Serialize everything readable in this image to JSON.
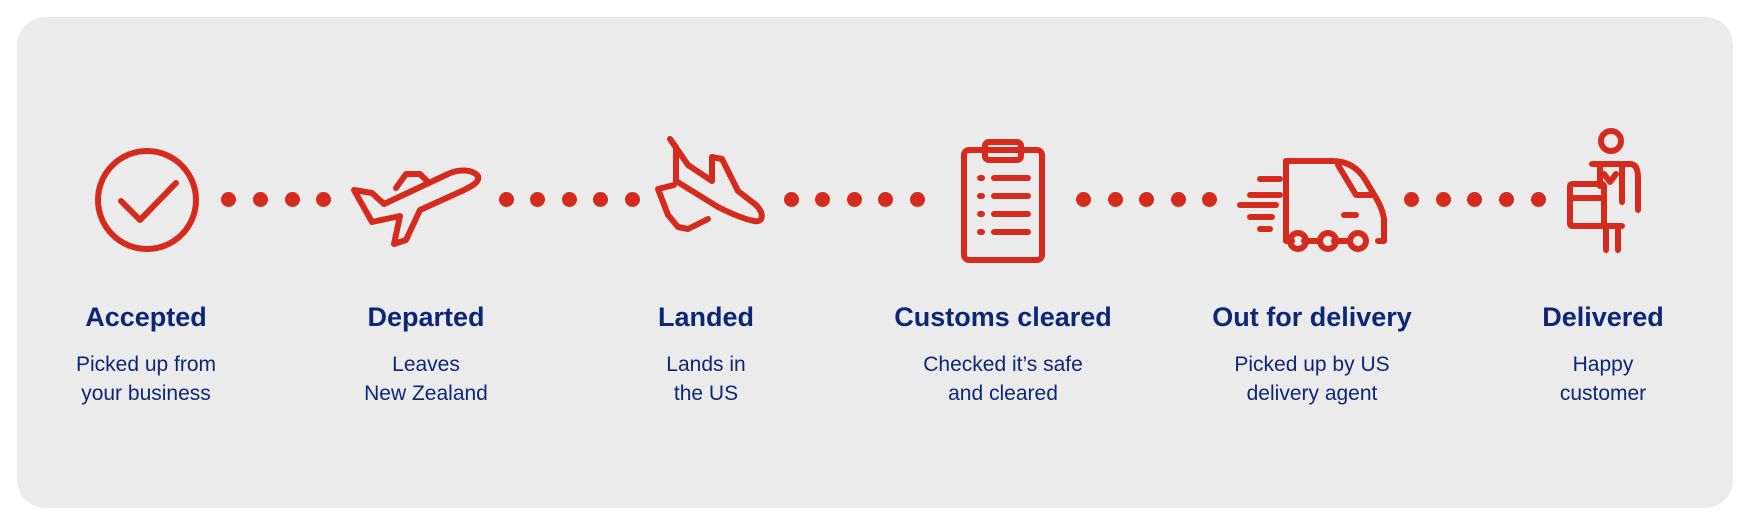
{
  "colors": {
    "background": "#ebebeb",
    "accent": "#d52b1e",
    "text": "#0e2676"
  },
  "steps": [
    {
      "icon": "check-circle-icon",
      "title": "Accepted",
      "desc": "Picked up from\nyour business"
    },
    {
      "icon": "plane-takeoff-icon",
      "title": "Departed",
      "desc": "Leaves\nNew Zealand"
    },
    {
      "icon": "plane-landing-icon",
      "title": "Landed",
      "desc": "Lands in\nthe US"
    },
    {
      "icon": "clipboard-list-icon",
      "title": "Customs cleared",
      "desc": "Checked it’s safe\nand cleared"
    },
    {
      "icon": "delivery-truck-icon",
      "title": "Out for delivery",
      "desc": "Picked up by US\ndelivery agent"
    },
    {
      "icon": "person-receiving-parcel-icon",
      "title": "Delivered",
      "desc": "Happy\ncustomer"
    }
  ]
}
